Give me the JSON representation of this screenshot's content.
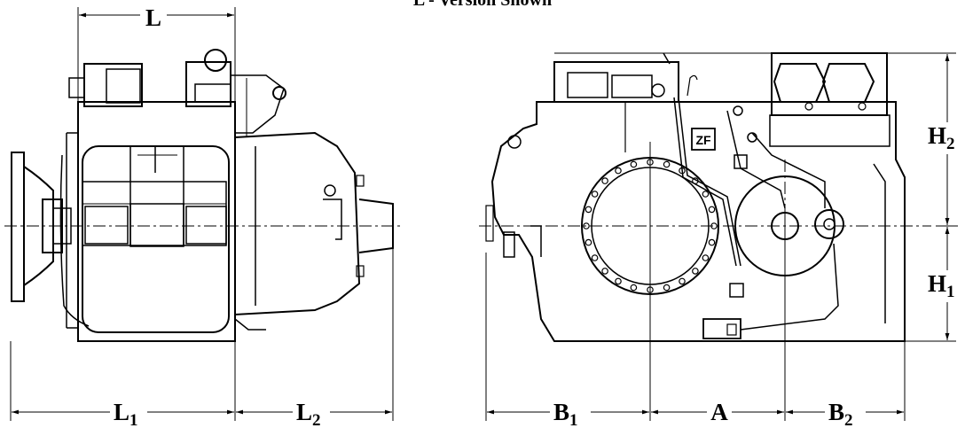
{
  "caption": "L - Version Shown",
  "dimensions": {
    "L": "L",
    "L1_main": "L",
    "L1_sub": "1",
    "L2_main": "L",
    "L2_sub": "2",
    "A": "A",
    "B1_main": "B",
    "B1_sub": "1",
    "B2_main": "B",
    "B2_sub": "2",
    "H1_main": "H",
    "H1_sub": "1",
    "H2_main": "H",
    "H2_sub": "2"
  },
  "logo": "ZF"
}
